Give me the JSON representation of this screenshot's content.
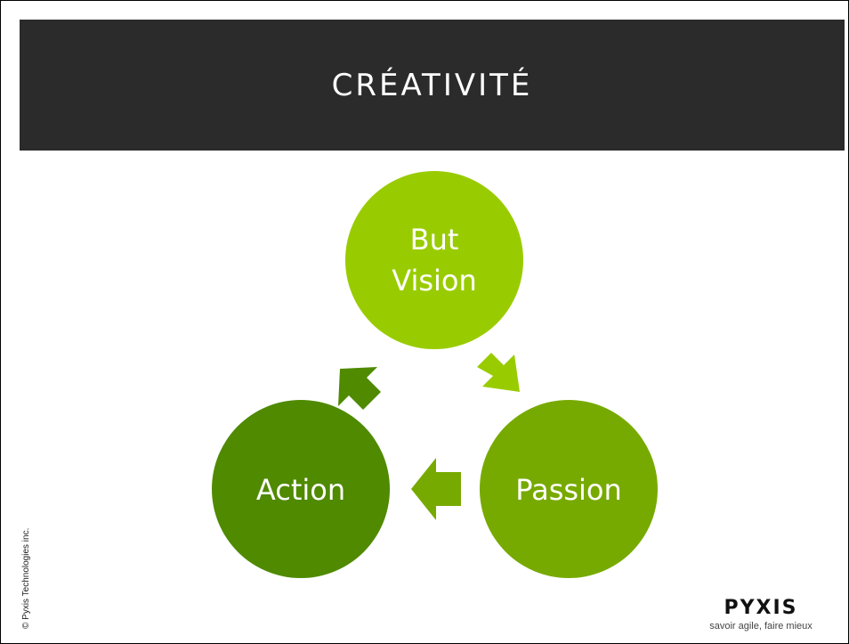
{
  "slide": {
    "title": "CRÉATIVITÉ",
    "copyright": "© Pyxis Technologies inc."
  },
  "diagram": {
    "nodes": [
      {
        "id": "top",
        "lines": [
          "But",
          "Vision"
        ],
        "color": "#99cc00"
      },
      {
        "id": "right",
        "lines": [
          "Passion"
        ],
        "color": "#77aa00"
      },
      {
        "id": "left",
        "lines": [
          "Action"
        ],
        "color": "#4f8a00"
      }
    ],
    "arrows": [
      {
        "from": "top",
        "to": "right",
        "color": "#99cc00"
      },
      {
        "from": "right",
        "to": "left",
        "color": "#77aa00"
      },
      {
        "from": "left",
        "to": "top",
        "color": "#4f8a00"
      }
    ]
  },
  "logo": {
    "name": "PYXIS",
    "tagline": "savoir agile, faire mieux"
  },
  "colors": {
    "banner": "#2b2b2b",
    "light_green": "#99cc00",
    "mid_green": "#77aa00",
    "dark_green": "#4f8a00"
  }
}
